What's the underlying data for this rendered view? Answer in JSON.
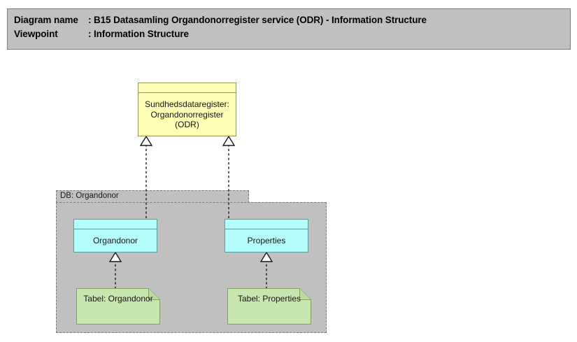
{
  "header": {
    "diagram_name_label": "Diagram name",
    "viewpoint_label": "Viewpoint",
    "separator": ":",
    "diagram_name_value": "B15 Datasamling Organdonorregister service (ODR) - Information Structure",
    "viewpoint_value": "Information Structure"
  },
  "diagram": {
    "type": "uml-information-structure",
    "colors": {
      "header_bar": "#c0c0c0",
      "data_object_yellow": "#ffffb5",
      "data_object_cyan": "#b5ffff",
      "artifact_green": "#c8e6b0",
      "package_grey": "#c0c0c0",
      "border_grey": "#808080",
      "connector": "#1a1a1a"
    },
    "nodes": {
      "register": {
        "label": "Sundhedsdataregister:\nOrgandonorregister\n(ODR)",
        "line1": "Sundhedsdataregister:",
        "line2": "Organdonorregister",
        "line3": "(ODR)",
        "kind": "data-object",
        "fill": "#ffffb5"
      },
      "package": {
        "label": "DB: Organdonor",
        "kind": "package"
      },
      "organdonor": {
        "label": "Organdonor",
        "kind": "data-object",
        "fill": "#b5ffff"
      },
      "properties": {
        "label": "Properties",
        "kind": "data-object",
        "fill": "#b5ffff"
      },
      "tabel_organdonor": {
        "label": "Tabel: Organdonor",
        "kind": "artifact",
        "fill": "#c8e6b0"
      },
      "tabel_properties": {
        "label": "Tabel: Properties",
        "kind": "artifact",
        "fill": "#c8e6b0"
      }
    },
    "connectors": [
      {
        "from": "organdonor",
        "to": "register",
        "style": "dashed",
        "arrow": "hollow-triangle",
        "name": "realization"
      },
      {
        "from": "properties",
        "to": "register",
        "style": "dashed",
        "arrow": "hollow-triangle",
        "name": "realization"
      },
      {
        "from": "tabel_organdonor",
        "to": "organdonor",
        "style": "dashed",
        "arrow": "hollow-triangle",
        "name": "realization"
      },
      {
        "from": "tabel_properties",
        "to": "properties",
        "style": "dashed",
        "arrow": "hollow-triangle",
        "name": "realization"
      }
    ]
  }
}
